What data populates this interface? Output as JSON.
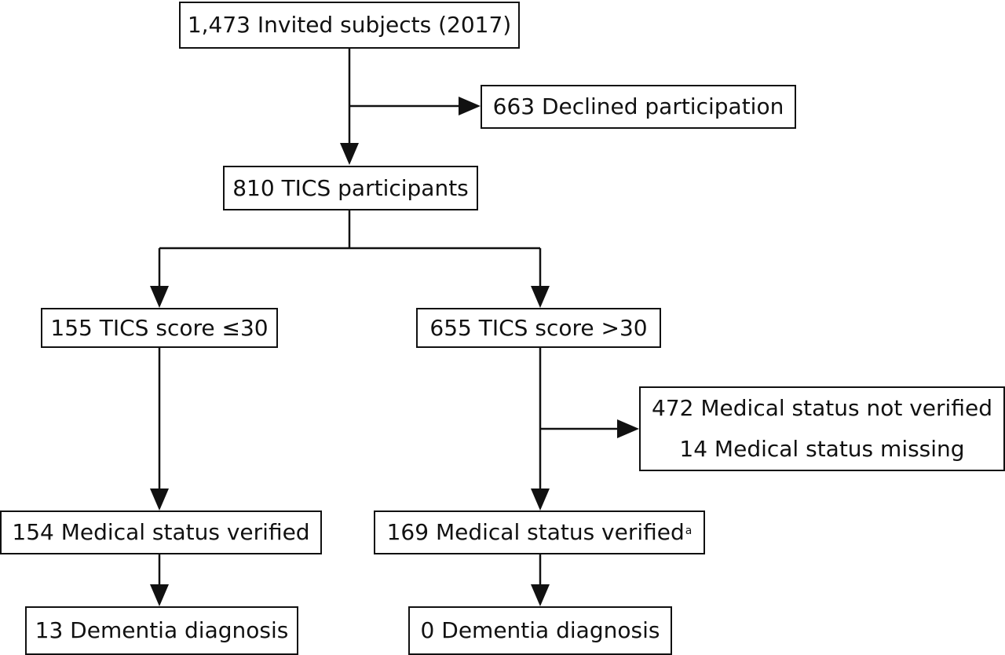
{
  "flowchart": {
    "invited": "1,473 Invited subjects (2017)",
    "declined": "663 Declined participation",
    "participants": "810 TICS participants",
    "low_score": "155 TICS score ≤30",
    "high_score": "655 TICS score  >30",
    "excluded_not_verified": "472 Medical status not verified",
    "excluded_missing": "14 Medical status missing",
    "low_verified": "154 Medical status verified",
    "high_verified": "169 Medical status verified",
    "high_verified_footnote": "a",
    "low_dementia": "13 Dementia diagnosis",
    "high_dementia": "0 Dementia diagnosis"
  }
}
